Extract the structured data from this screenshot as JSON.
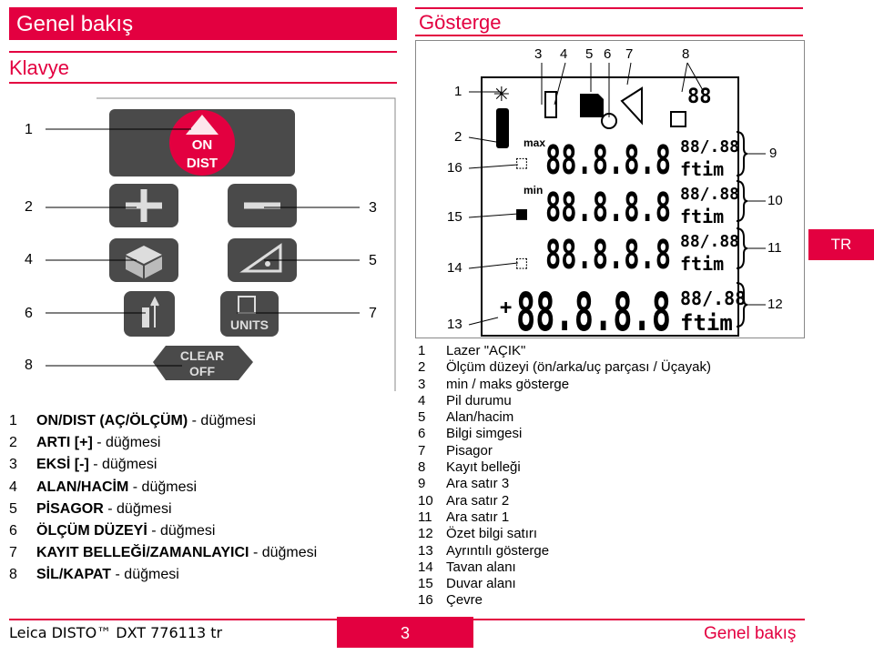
{
  "header": {
    "title": "Genel bakış",
    "keyboard_heading": "Klavye",
    "display_heading": "Gösterge",
    "lang_tab": "TR"
  },
  "keyboard": {
    "key_labels": {
      "on": "ON",
      "dist": "DIST",
      "units": "UNITS",
      "clear": "CLEAR",
      "off": "OFF"
    },
    "callouts": [
      "1",
      "2",
      "3",
      "4",
      "5",
      "6",
      "7",
      "8"
    ]
  },
  "display": {
    "top_callouts": [
      "3",
      "4",
      "5",
      "6",
      "7",
      "8"
    ],
    "left_callouts": [
      "1",
      "2",
      "16",
      "15",
      "14",
      "13"
    ],
    "right_callouts": [
      "9",
      "10",
      "11",
      "12"
    ],
    "lcd": {
      "max": "max",
      "min": "min",
      "digits": "88.8.8.8",
      "unit": "ftim",
      "frac": "88/.88",
      "mem": "88"
    }
  },
  "keyboard_legend": [
    {
      "n": "1",
      "b": "ON/DIST (AÇ/ÖLÇÜM)",
      "t": " - düğmesi"
    },
    {
      "n": "2",
      "b": "ARTI [+]",
      "t": " - düğmesi"
    },
    {
      "n": "3",
      "b": "EKSİ [-]",
      "t": " - düğmesi"
    },
    {
      "n": "4",
      "b": "ALAN/HACİM",
      "t": " - düğmesi"
    },
    {
      "n": "5",
      "b": "PİSAGOR",
      "t": " - düğmesi"
    },
    {
      "n": "6",
      "b": "ÖLÇÜM DÜZEYİ",
      "t": " - düğmesi"
    },
    {
      "n": "7",
      "b": "KAYIT BELLEĞİ/ZAMANLAYICI",
      "t": " - düğmesi"
    },
    {
      "n": "8",
      "b": "SİL/KAPAT",
      "t": " - düğmesi"
    }
  ],
  "display_legend": [
    {
      "n": "1",
      "t": "Lazer \"AÇIK\""
    },
    {
      "n": "2",
      "t": "Ölçüm düzeyi (ön/arka/uç parçası / Üçayak)"
    },
    {
      "n": "3",
      "t": "min / maks gösterge"
    },
    {
      "n": "4",
      "t": "Pil durumu"
    },
    {
      "n": "5",
      "t": "Alan/hacim"
    },
    {
      "n": "6",
      "t": "Bilgi simgesi"
    },
    {
      "n": "7",
      "t": "Pisagor"
    },
    {
      "n": "8",
      "t": "Kayıt belleği"
    },
    {
      "n": "9",
      "t": "Ara satır 3"
    },
    {
      "n": "10",
      "t": "Ara satır 2"
    },
    {
      "n": "11",
      "t": "Ara satır 1"
    },
    {
      "n": "12",
      "t": "Özet bilgi satırı"
    },
    {
      "n": "13",
      "t": "Ayrıntılı gösterge"
    },
    {
      "n": "14",
      "t": "Tavan alanı"
    },
    {
      "n": "15",
      "t": "Duvar alanı"
    },
    {
      "n": "16",
      "t": "Çevre"
    }
  ],
  "footer": {
    "product": "Leica DISTO™ DXT 776113 tr",
    "page": "3",
    "section": "Genel bakış"
  },
  "colors": {
    "accent": "#e30040",
    "key": "#4a4a4a"
  }
}
